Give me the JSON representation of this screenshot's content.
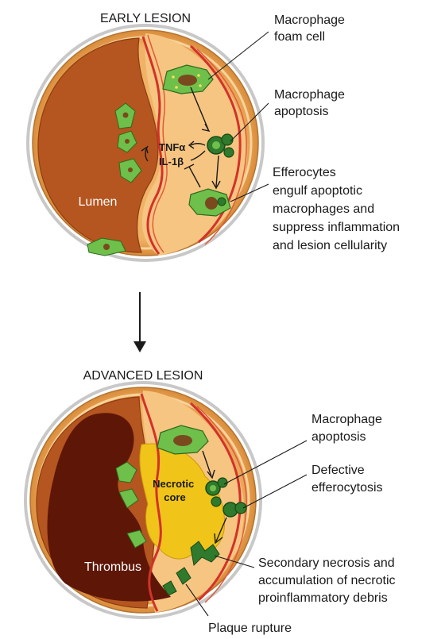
{
  "early": {
    "title": "EARLY LESION",
    "lumen_label": "Lumen",
    "cytokine_tnf": "TNFα",
    "cytokine_il": "IL-1β",
    "callout_foam": [
      "Macrophage",
      "foam cell"
    ],
    "callout_apoptosis": [
      "Macrophage",
      "apoptosis"
    ],
    "callout_efferocytes": [
      "Efferocytes",
      "engulf apoptotic",
      "macrophages and",
      "suppress inflammation",
      "and lesion cellularity"
    ]
  },
  "advanced": {
    "title": "ADVANCED LESION",
    "thrombus_label": "Thrombus",
    "necrotic_label": [
      "Necrotic",
      "core"
    ],
    "callout_apoptosis": [
      "Macrophage",
      "apoptosis"
    ],
    "callout_defective": [
      "Defective",
      "efferocytosis"
    ],
    "callout_secondary": [
      "Secondary necrosis and",
      "accumulation of necrotic",
      "proinflammatory  debris"
    ],
    "callout_rupture": "Plaque rupture"
  },
  "colors": {
    "vessel_outer": "#e8a65a",
    "intima": "#f4c27c",
    "lumen": "#b5551f",
    "thrombus": "#5e1607",
    "necrotic": "#f0c419",
    "macrophage": "#6fbf4b",
    "nucleus": "#7a4a1e",
    "elastic": "#d2322a"
  }
}
